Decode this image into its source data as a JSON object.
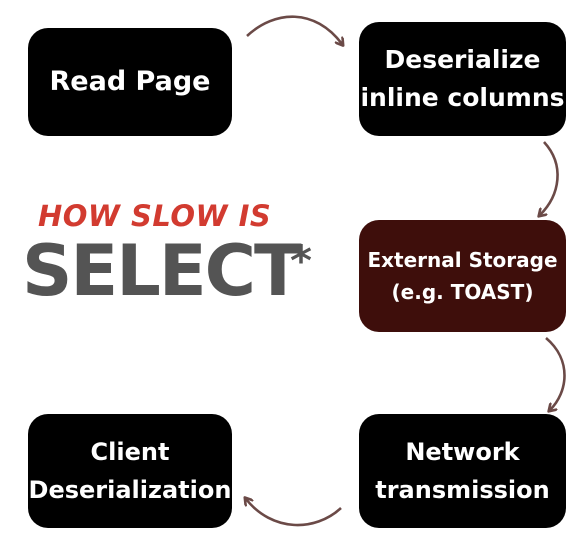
{
  "steps": {
    "read_page": [
      "Read Page"
    ],
    "deserialize": [
      "Deserialize",
      "inline columns"
    ],
    "external_storage": [
      "External Storage",
      "(e.g. TOAST)"
    ],
    "network": [
      "Network",
      "transmission"
    ],
    "client": [
      "Client",
      "Deserialization"
    ]
  },
  "headline": {
    "small": "HOW SLOW IS",
    "big": "SELECT",
    "asterisk": "*"
  },
  "colors": {
    "box": "#000000",
    "highlight_box": "#3e0e0b",
    "arrow": "#6b4a47",
    "headline_accent": "#d23b30",
    "headline_main": "#545454"
  }
}
